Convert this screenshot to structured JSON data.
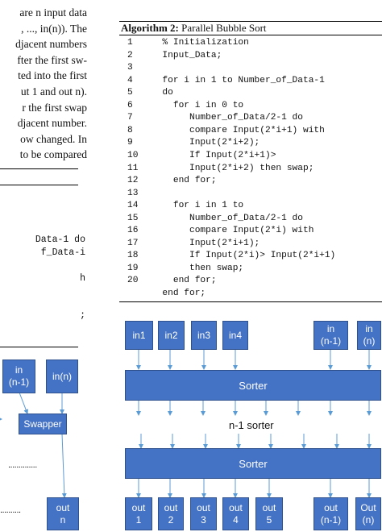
{
  "left_paragraph": [
    "are n input data",
    ", ..., in(n)). The",
    "djacent numbers",
    "fter the first sw-",
    "ted into the first",
    "ut 1 and out n).",
    "r the first swap",
    "djacent number.",
    "ow changed. In",
    "to be compared"
  ],
  "left_code": [
    "Data-1 do",
    "f_Data-i",
    "h",
    ";"
  ],
  "algorithm": {
    "label": "Algorithm 2:",
    "name": "Parallel Bubble Sort",
    "lines": [
      {
        "n": "1",
        "code": "  % Initialization"
      },
      {
        "n": "2",
        "code": "  Input_Data;"
      },
      {
        "n": "3",
        "code": ""
      },
      {
        "n": "4",
        "code": "  for i in 1 to Number_of_Data-1"
      },
      {
        "n": "5",
        "code": "  do"
      },
      {
        "n": "6",
        "code": "    for i in 0 to"
      },
      {
        "n": "7",
        "code": "       Number_of_Data/2-1 do"
      },
      {
        "n": "8",
        "code": "       compare Input(2*i+1) with"
      },
      {
        "n": "9",
        "code": "       Input(2*i+2);"
      },
      {
        "n": "10",
        "code": "       If Input(2*i+1)>"
      },
      {
        "n": "11",
        "code": "       Input(2*i+2) then swap;"
      },
      {
        "n": "12",
        "code": "    end for;"
      },
      {
        "n": "13",
        "code": ""
      },
      {
        "n": "14",
        "code": "    for i in 1 to"
      },
      {
        "n": "15",
        "code": "       Number_of_Data/2-1 do"
      },
      {
        "n": "16",
        "code": "       compare Input(2*i) with"
      },
      {
        "n": "17",
        "code": "       Input(2*i+1);"
      },
      {
        "n": "18",
        "code": "       If Input(2*i)> Input(2*i+1)"
      },
      {
        "n": "19",
        "code": "       then swap;"
      },
      {
        "n": "20",
        "code": "    end for;"
      },
      {
        "n": "",
        "code": "  end for;"
      }
    ]
  },
  "left_diagram": {
    "inputs": [
      "in\n(n-1)",
      "in(n)"
    ],
    "swapper": "Swapper",
    "output": "out\nn",
    "dots": [
      "..............",
      ".........."
    ]
  },
  "right_diagram": {
    "inputs": [
      "in1",
      "in2",
      "in3",
      "in4",
      "in\n(n-1)",
      "in\n(n)"
    ],
    "sorter_top": "Sorter",
    "middle_label": "n-1 sorter",
    "sorter_bottom": "Sorter",
    "outputs": [
      "out\n1",
      "out\n2",
      "out\n3",
      "out\n4",
      "out\n5",
      "out\n(n-1)",
      "Out\n(n)"
    ]
  },
  "colors": {
    "box_fill": "#4472c4",
    "box_border": "#2f528f",
    "wire": "#5b9bd5"
  }
}
